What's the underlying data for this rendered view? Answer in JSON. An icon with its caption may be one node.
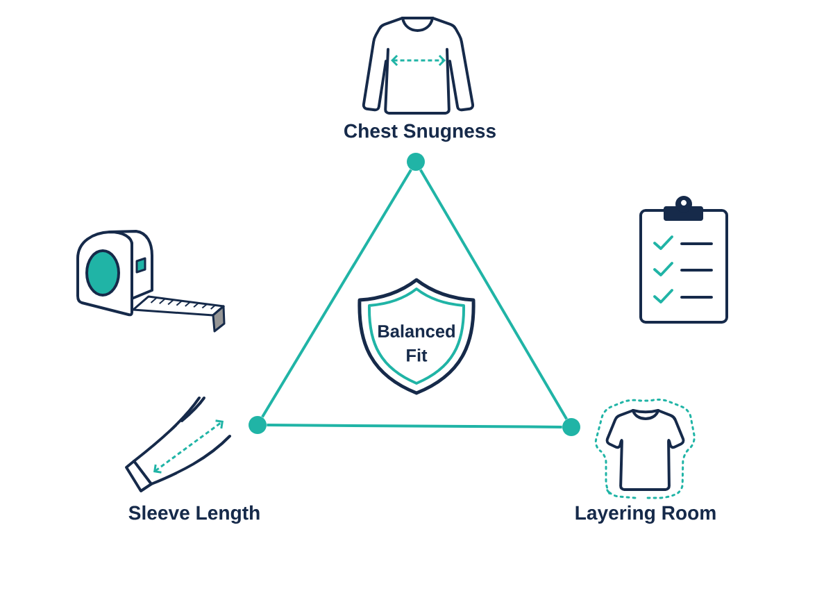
{
  "diagram": {
    "nodes": [
      {
        "text": [],
        "shape": "circle",
        "beside": [
          "Chest Snugness"
        ]
      },
      {
        "text": [
          "Balanced Fit"
        ]
      },
      {
        "text": [],
        "shape": "circle",
        "beside": [
          "Sleeve Length"
        ]
      },
      {
        "text": [],
        "shape": "circle",
        "beside": [
          "Layering Room"
        ]
      }
    ],
    "edges": [
      {
        "from": 0,
        "to": 2,
        "arrow": "none"
      },
      {
        "from": 2,
        "to": 3,
        "arrow": "none"
      },
      {
        "from": 3,
        "to": 0,
        "arrow": "none"
      }
    ]
  }
}
